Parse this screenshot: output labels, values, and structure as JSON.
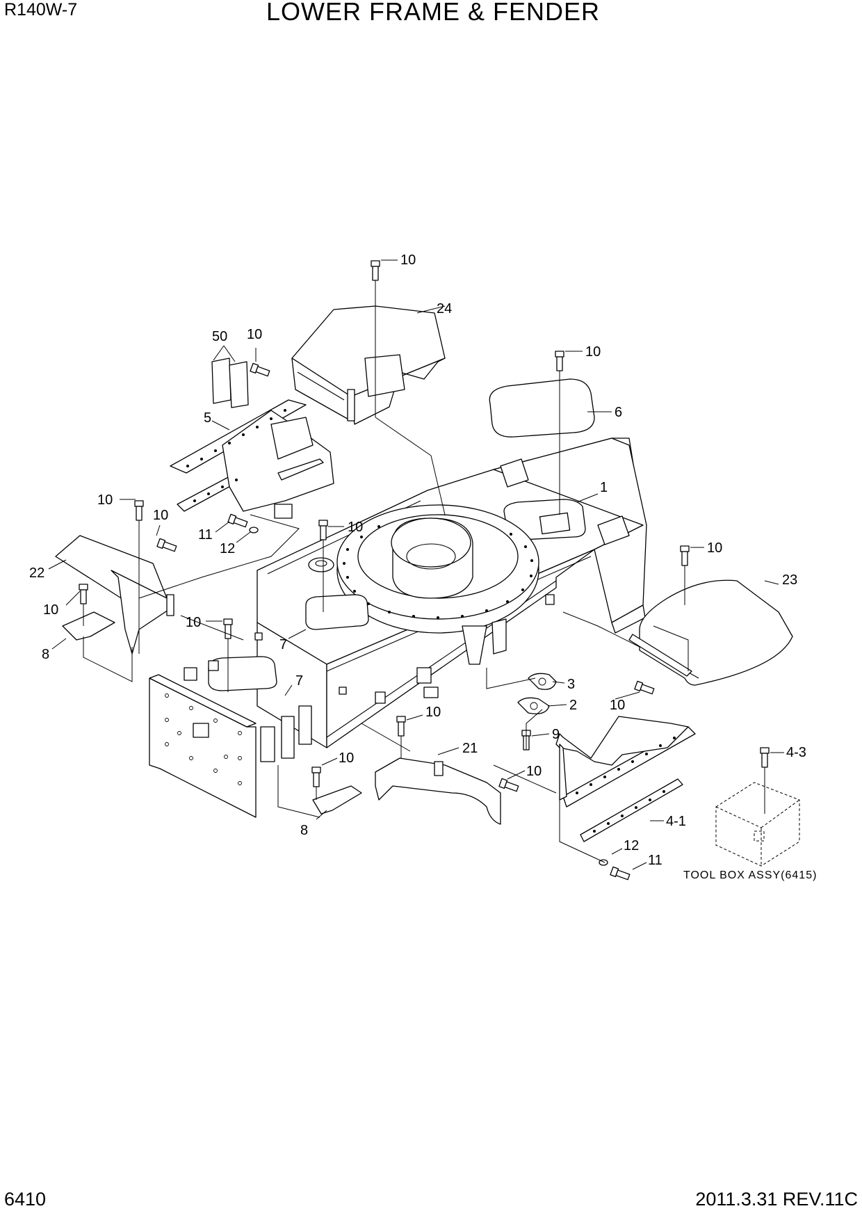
{
  "header": {
    "model": "R140W-7",
    "title": "LOWER FRAME & FENDER"
  },
  "footer": {
    "page": "6410",
    "revision": "2011.3.31 REV.11C"
  },
  "callouts": [
    {
      "id": "c-10-top",
      "text": "10"
    },
    {
      "id": "c-24",
      "text": "24"
    },
    {
      "id": "c-50",
      "text": "50"
    },
    {
      "id": "c-10-b",
      "text": "10"
    },
    {
      "id": "c-10-c",
      "text": "10"
    },
    {
      "id": "c-6",
      "text": "6"
    },
    {
      "id": "c-5",
      "text": "5"
    },
    {
      "id": "c-1",
      "text": "1"
    },
    {
      "id": "c-10-d",
      "text": "10"
    },
    {
      "id": "c-10-e",
      "text": "10"
    },
    {
      "id": "c-10-f",
      "text": "10"
    },
    {
      "id": "c-11-a",
      "text": "11"
    },
    {
      "id": "c-12-a",
      "text": "12"
    },
    {
      "id": "c-22",
      "text": "22"
    },
    {
      "id": "c-10-g",
      "text": "10"
    },
    {
      "id": "c-10-h",
      "text": "10"
    },
    {
      "id": "c-23",
      "text": "23"
    },
    {
      "id": "c-10-i",
      "text": "10"
    },
    {
      "id": "c-8-a",
      "text": "8"
    },
    {
      "id": "c-7-a",
      "text": "7"
    },
    {
      "id": "c-7-b",
      "text": "7"
    },
    {
      "id": "c-3",
      "text": "3"
    },
    {
      "id": "c-2",
      "text": "2"
    },
    {
      "id": "c-10-j",
      "text": "10"
    },
    {
      "id": "c-10-k",
      "text": "10"
    },
    {
      "id": "c-9",
      "text": "9"
    },
    {
      "id": "c-21",
      "text": "21"
    },
    {
      "id": "c-10-l",
      "text": "10"
    },
    {
      "id": "c-10-m",
      "text": "10"
    },
    {
      "id": "c-4-3",
      "text": "4-3"
    },
    {
      "id": "c-8-b",
      "text": "8"
    },
    {
      "id": "c-4-1",
      "text": "4-1"
    },
    {
      "id": "c-12-b",
      "text": "12"
    },
    {
      "id": "c-11-b",
      "text": "11"
    }
  ],
  "notes": {
    "toolbox": "TOOL BOX ASSY(6415)"
  }
}
